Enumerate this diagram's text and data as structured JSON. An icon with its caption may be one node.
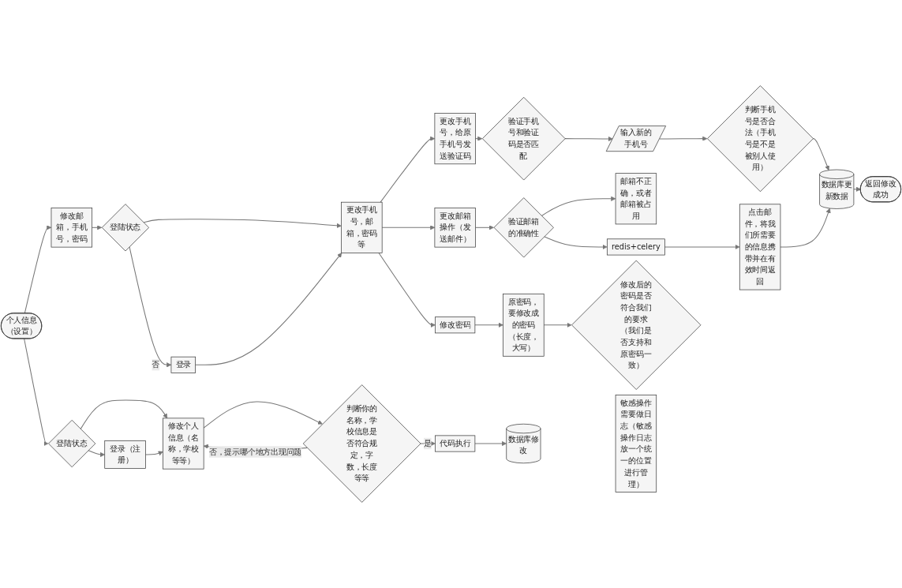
{
  "diagram": {
    "nodes": [
      {
        "text": [
          "个人信息（设置）"
        ]
      },
      {
        "text": [
          "登陆状态"
        ]
      },
      {
        "text": [
          "登录（注册）"
        ]
      },
      {
        "text": [
          "修改个人信息（名称，学校等等）"
        ]
      },
      {
        "text": [
          "判断你的名称，学校信息是否符合规定，字数，长度等等"
        ]
      },
      {
        "text": [
          "代码执行"
        ]
      },
      {
        "text": [
          "数据库修改"
        ]
      },
      {
        "text": [
          "敏感操作需要做日志（敏感操作日志放一个统一的位置进行管理）"
        ]
      },
      {
        "text": [
          "修改邮箱，手机号，密码"
        ]
      },
      {
        "text": [
          "登陆状态"
        ]
      },
      {
        "text": [
          "登录"
        ]
      },
      {
        "text": [
          "更改手机号，邮箱，密码等"
        ]
      },
      {
        "text": [
          "更改手机号，给原手机号发送验证码"
        ]
      },
      {
        "text": [
          "验证手机号和验证码是否匹配"
        ]
      },
      {
        "text": [
          "输入新的手机号"
        ]
      },
      {
        "text": [
          "判断手机号是否合法（手机号是不是被别人使用）"
        ]
      },
      {
        "text": [
          "数据库更新数据"
        ]
      },
      {
        "text": [
          "返回修改成功"
        ]
      },
      {
        "text": [
          "更改邮箱操作（发送邮件）"
        ]
      },
      {
        "text": [
          "验证邮箱的准确性"
        ]
      },
      {
        "text": [
          "邮箱不正确，或者邮箱被占用"
        ]
      },
      {
        "text": [
          "redis+celery"
        ]
      },
      {
        "text": [
          "点击邮件，将我们所需要的信息携带并在有效时间返回"
        ]
      },
      {
        "text": [
          "修改密码"
        ]
      },
      {
        "text": [
          "原密码，要修改成的密码（长度，大写）"
        ]
      },
      {
        "text": [
          "修改后的密码是否符合我们的要求（我们是否支持和原密码一致）"
        ]
      }
    ],
    "edges": [
      {
        "from": 0,
        "to": 1,
        "arrow": "to"
      },
      {
        "from": 1,
        "to": 2,
        "arrow": "to"
      },
      {
        "from": 1,
        "to": 3,
        "arrow": "to"
      },
      {
        "from": 2,
        "to": 3,
        "arrow": "to"
      },
      {
        "from": 3,
        "to": 4,
        "arrow": "to"
      },
      {
        "from": 4,
        "to": 3,
        "arrow": "to",
        "label": "否，提示哪个地方出现问题"
      },
      {
        "from": 4,
        "to": 5,
        "arrow": "to",
        "label": "是"
      },
      {
        "from": 5,
        "to": 6,
        "arrow": "to"
      },
      {
        "from": 0,
        "to": 8,
        "arrow": "to"
      },
      {
        "from": 8,
        "to": 9,
        "arrow": "to"
      },
      {
        "from": 9,
        "to": 10,
        "arrow": "to",
        "label": "否"
      },
      {
        "from": 9,
        "to": 11,
        "arrow": "to"
      },
      {
        "from": 10,
        "to": 11,
        "arrow": "to"
      },
      {
        "from": 11,
        "to": 12,
        "arrow": "to"
      },
      {
        "from": 11,
        "to": 18,
        "arrow": "to"
      },
      {
        "from": 11,
        "to": 23,
        "arrow": "to"
      },
      {
        "from": 12,
        "to": 13,
        "arrow": "to"
      },
      {
        "from": 13,
        "to": 14,
        "arrow": "to"
      },
      {
        "from": 14,
        "to": 15,
        "arrow": "to"
      },
      {
        "from": 15,
        "to": 16,
        "arrow": "to"
      },
      {
        "from": 16,
        "to": 17,
        "arrow": "to"
      },
      {
        "from": 18,
        "to": 19,
        "arrow": "to"
      },
      {
        "from": 19,
        "to": 20,
        "arrow": "to"
      },
      {
        "from": 19,
        "to": 21,
        "arrow": "to"
      },
      {
        "from": 21,
        "to": 22,
        "arrow": "to"
      },
      {
        "from": 22,
        "to": 16,
        "arrow": "to"
      },
      {
        "from": 23,
        "to": 24,
        "arrow": "to"
      },
      {
        "from": 24,
        "to": 25,
        "arrow": "to"
      }
    ]
  }
}
